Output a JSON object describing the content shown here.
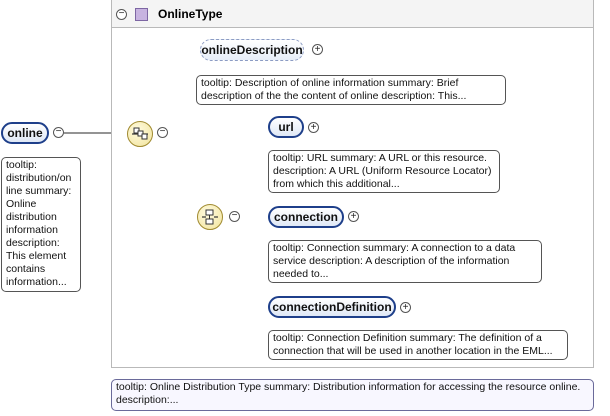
{
  "type_header": {
    "name": "OnlineType",
    "collapse_symbol": "⊖"
  },
  "root": {
    "label": "online",
    "tooltip": "tooltip: distribution/on line summary: Online distribution information description: This element contains information..."
  },
  "children": [
    {
      "label": "onlineDescription",
      "optional": true,
      "tooltip": "tooltip: Description of online information summary: Brief description of the the content of online description: This..."
    }
  ],
  "choice_children": [
    {
      "label": "url",
      "tooltip": "tooltip: URL summary: A URL or this resource. description: A URL (Uniform Resource Locator) from which this additional..."
    },
    {
      "label": "connection",
      "tooltip": "tooltip: Connection summary: A connection to a data service description: A description of the information needed to..."
    },
    {
      "label": "connectionDefinition",
      "tooltip": "tooltip: Connection Definition summary: The definition of a connection that will be used in another location in the EML..."
    }
  ],
  "type_tooltip": "tooltip: Online Distribution Type summary: Distribution information for accessing the resource online. description:...",
  "symbols": {
    "minus": "−",
    "plus": "+"
  },
  "icons": [
    "collapse-icon",
    "expand-icon",
    "complex-type-icon",
    "sequence-compositor-icon",
    "choice-compositor-icon"
  ],
  "colors": {
    "element_border": "#1e3f8a",
    "compositor_fill": "#f1e39a",
    "type_icon": "#c7b3e0"
  }
}
